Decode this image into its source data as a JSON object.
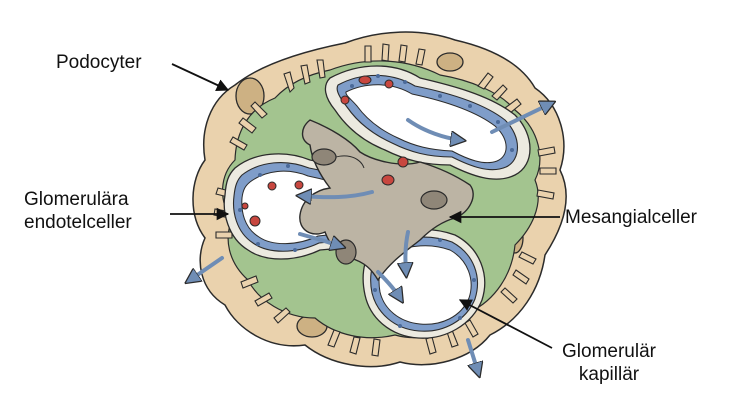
{
  "labels": {
    "podocytes": "Podocyter",
    "endothelial_line1": "Glomerulära",
    "endothelial_line2": "endotelceller",
    "mesangial": "Mesangialceller",
    "capillary_line1": "Glomerulär",
    "capillary_line2": "kapillär"
  },
  "colors": {
    "podocyte": "#ead2ad",
    "foot_process": "#a3c48f",
    "endothelium": "#7f9dc9",
    "basement": "#eceae0",
    "mesangium": "#bcb4a4",
    "nucleus": "#8f8678",
    "blood_cell": "#c8473f",
    "flow_arrow": "#6f8db5",
    "outline": "#2b2b2b"
  }
}
